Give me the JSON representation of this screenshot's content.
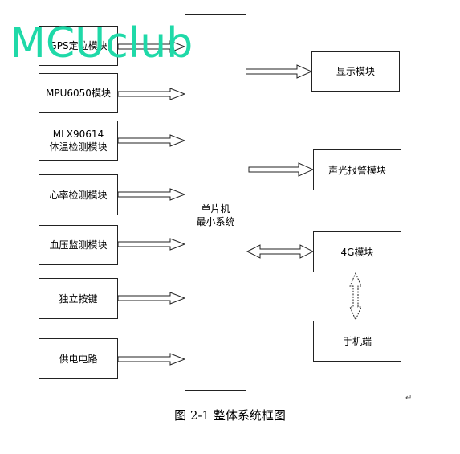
{
  "watermark": "MCUclub",
  "left_modules": [
    {
      "id": "gps",
      "lines": [
        "GPS定位模块"
      ]
    },
    {
      "id": "mpu6050",
      "lines": [
        "MPU6050模块"
      ]
    },
    {
      "id": "mlx90614",
      "lines": [
        "MLX90614",
        "体温检测模块"
      ]
    },
    {
      "id": "heart-rate",
      "lines": [
        "心率检测模块"
      ]
    },
    {
      "id": "blood-pressure",
      "lines": [
        "血压监测模块"
      ]
    },
    {
      "id": "key",
      "lines": [
        "独立按键"
      ]
    },
    {
      "id": "power",
      "lines": [
        "供电电路"
      ]
    }
  ],
  "mcu": {
    "lines": [
      "单片机",
      "最小系统"
    ]
  },
  "right_modules": [
    {
      "id": "display",
      "lines": [
        "显示模块"
      ]
    },
    {
      "id": "alarm",
      "lines": [
        "声光报警模块"
      ]
    },
    {
      "id": "4g",
      "lines": [
        "4G模块"
      ]
    },
    {
      "id": "phone",
      "lines": [
        "手机端"
      ]
    }
  ],
  "caption": "图 2-1 整体系统框图",
  "paragraph_mark": "↵"
}
